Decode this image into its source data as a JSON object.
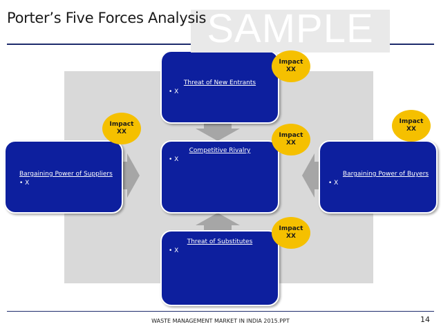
{
  "title": "Porter’s Five Forces Analysis",
  "watermark": "SAMPLE",
  "forces": {
    "new_entrants": {
      "title": "Threat of New Entrants",
      "bullet": "• X"
    },
    "rivalry": {
      "title": "Competitive Rivalry",
      "bullet": "• X"
    },
    "substitutes": {
      "title": "Threat of Substitutes",
      "bullet": "• X"
    },
    "suppliers": {
      "title": "Bargaining Power of Suppliers",
      "bullet": "• X"
    },
    "buyers": {
      "title": "Bargaining Power of Buyers",
      "bullet": "• X"
    }
  },
  "impacts": {
    "new_entrants": {
      "label": "Impact",
      "value": "XX"
    },
    "rivalry": {
      "label": "Impact",
      "value": "XX"
    },
    "substitutes": {
      "label": "Impact",
      "value": "XX"
    },
    "suppliers": {
      "label": "Impact",
      "value": "XX"
    },
    "buyers": {
      "label": "Impact",
      "value": "XX"
    }
  },
  "colors": {
    "box_fill": "#0d1f9e",
    "impact_fill": "#f5c000",
    "panel_fill": "#d9d9d9",
    "arrow_fill": "#a6a6a6"
  },
  "footer": {
    "text": "WASTE MANAGEMENT MARKET IN INDIA 2015.PPT",
    "page": "14"
  }
}
